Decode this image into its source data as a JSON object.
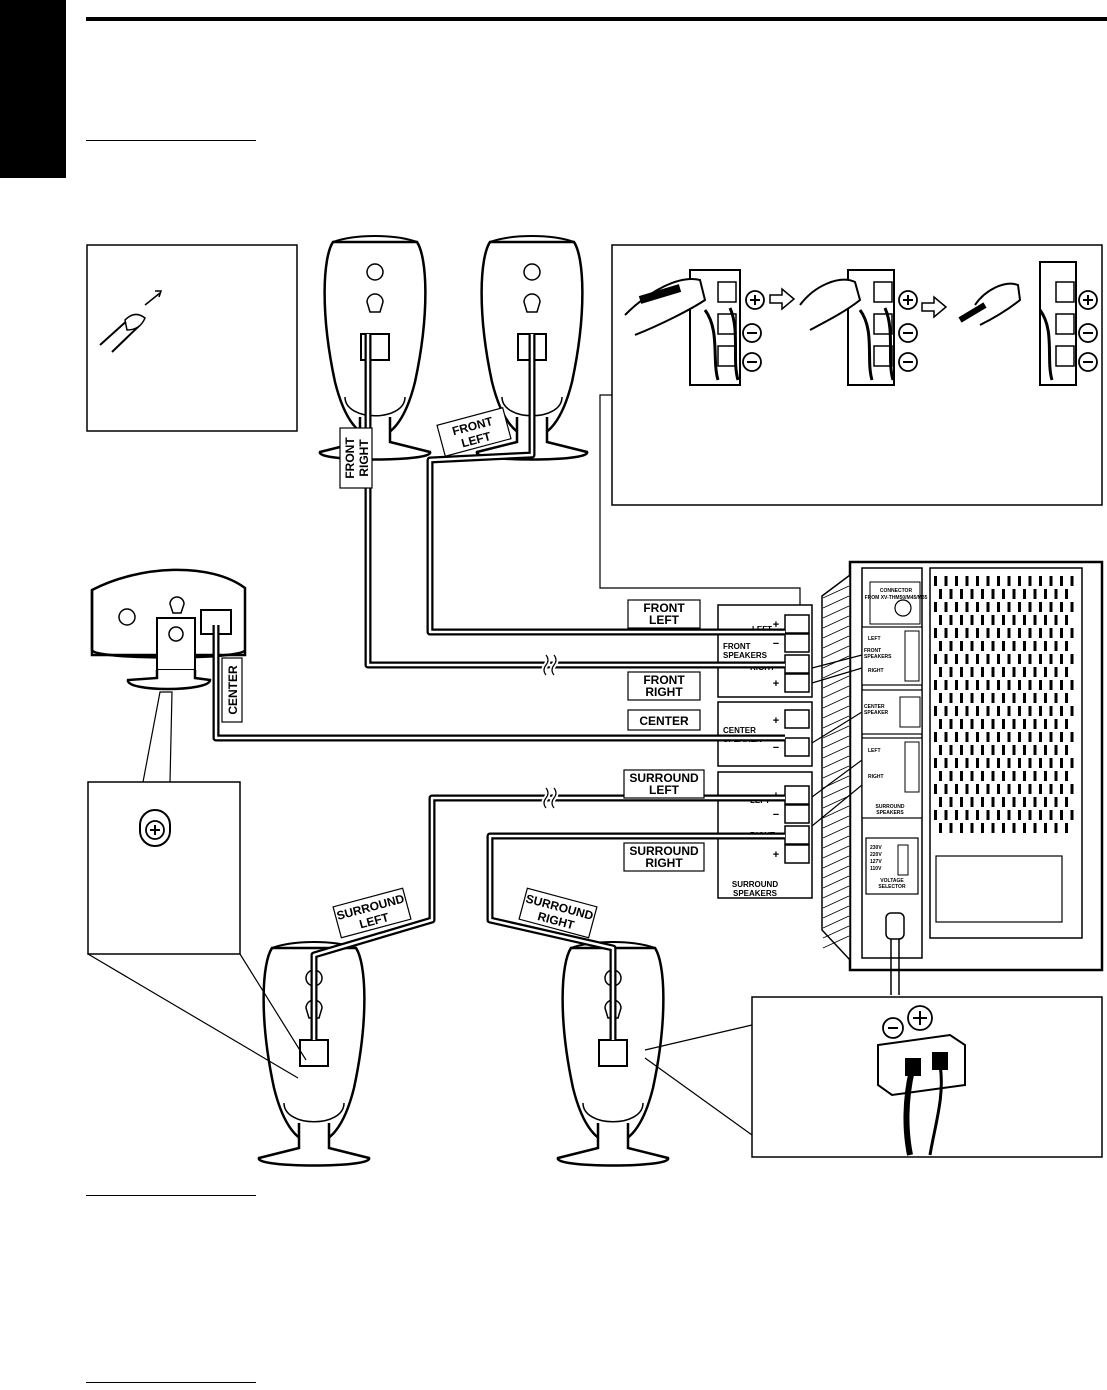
{
  "labels": {
    "front_right": [
      "FRONT",
      "RIGHT"
    ],
    "front_left": [
      "FRONT",
      "LEFT"
    ],
    "center": "CENTER",
    "surround_left": [
      "SURROUND",
      "LEFT"
    ],
    "surround_right": [
      "SURROUND",
      "RIGHT"
    ]
  },
  "panel": {
    "left": "LEFT",
    "right": "RIGHT",
    "front_speakers": [
      "FRONT",
      "SPEAKERS"
    ],
    "center_speaker": [
      "CENTER",
      "SPEAKER"
    ],
    "surround_speakers": [
      "SURROUND",
      "SPEAKERS"
    ]
  },
  "rear_panel": {
    "connector": [
      "CONNECTOR",
      "FROM XV-THM50/M45/M35"
    ],
    "left": "LEFT",
    "right": "RIGHT",
    "front_speakers": [
      "FRONT",
      "SPEAKERS"
    ],
    "center_speaker": [
      "CENTER",
      "SPEAKER"
    ],
    "surround_speakers": [
      "SURROUND",
      "SPEAKERS"
    ],
    "voltages": [
      "230V",
      "220V",
      "127V",
      "110V"
    ],
    "voltage_selector": [
      "VOLTAGE",
      "SELECTOR"
    ]
  },
  "symbols": {
    "plus": "+",
    "minus": "−"
  }
}
